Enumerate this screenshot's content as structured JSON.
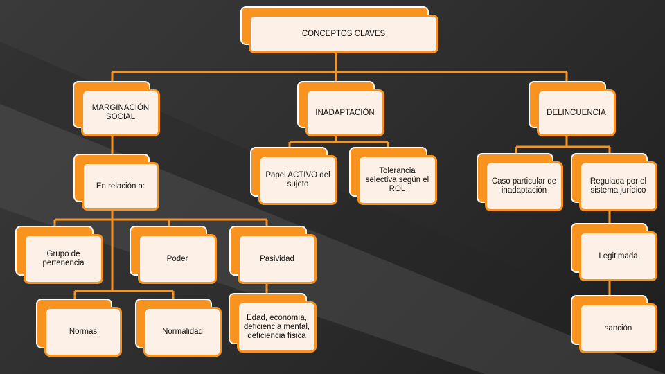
{
  "colors": {
    "accent": "#f7931e",
    "box_fill": "#fdf0e6",
    "connector": "#f7931e"
  },
  "nodes": {
    "conceptos": "CONCEPTOS CLAVES",
    "marginacion": "MARGINACIÓN SOCIAL",
    "inadaptacion": "INADAPTACIÓN",
    "delincuencia": "DELINCUENCIA",
    "relacion": "En relación a:",
    "papel": "Papel ACTIVO del sujeto",
    "tolerancia": "Tolerancia selectiva según el ROL",
    "caso": "Caso particular de inadaptación",
    "regulada": "Regulada por el sistema jurídico",
    "grupo": "Grupo de pertenencia",
    "poder": "Poder",
    "pasividad": "Pasividad",
    "legitimada": "Legitimada",
    "normas": "Normas",
    "normalidad": "Normalidad",
    "edad": "Edad, economía, deficiencia mental, deficiencia física",
    "sancion": "sanción"
  }
}
